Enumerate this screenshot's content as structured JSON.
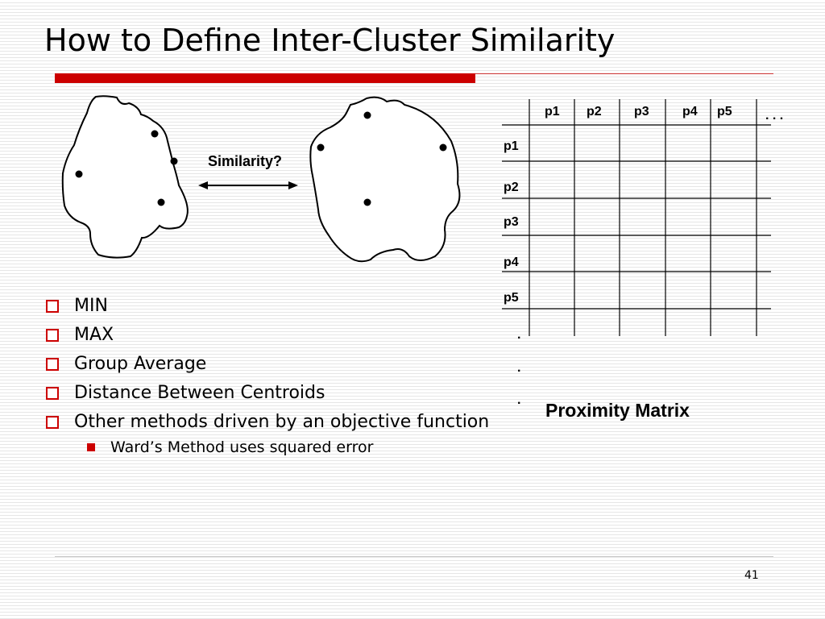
{
  "slide": {
    "title": "How to Define Inter-Cluster Similarity",
    "page_number": "41",
    "accent_color": "#cc0000"
  },
  "diagram": {
    "similarity_label": "Similarity?",
    "arrow_icon": "double-arrow-icon"
  },
  "bullets": [
    {
      "text": "MIN"
    },
    {
      "text": "MAX"
    },
    {
      "text": "Group Average"
    },
    {
      "text": "Distance Between Centroids"
    },
    {
      "text": "Other methods driven by an objective function"
    }
  ],
  "sub_bullets": [
    {
      "text": "Ward’s Method uses squared error"
    }
  ],
  "matrix": {
    "column_headers": [
      "p1",
      "p2",
      "p3",
      "p4",
      "p5"
    ],
    "row_headers": [
      "p1",
      "p2",
      "p3",
      "p4",
      "p5"
    ],
    "ellipsis": ". . .",
    "row_dots": [
      ".",
      ".",
      "."
    ],
    "caption": "Proximity Matrix"
  }
}
